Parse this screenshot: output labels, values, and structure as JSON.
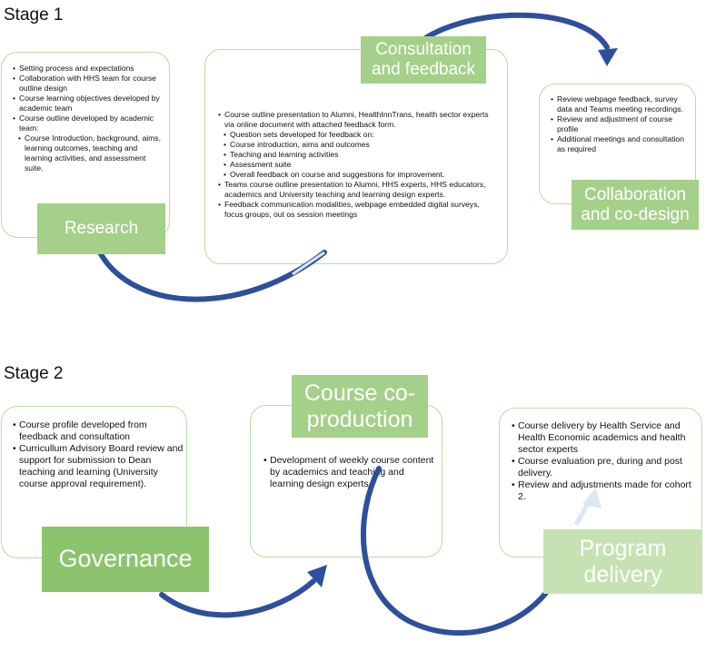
{
  "stage1": {
    "title": "Stage 1",
    "research": {
      "label": "Research",
      "items": [
        {
          "text": "Setting process and expectations",
          "sub": false
        },
        {
          "text": "Collaboration with HHS team for course outline design",
          "sub": false
        },
        {
          "text": "Course learning objectives developed by academic team",
          "sub": false
        },
        {
          "text": "Course outline developed by academic team:",
          "sub": false
        },
        {
          "text": "Course Introduction, background, aims, learning outcomes, teaching and learning activities, and assessment suite.",
          "sub": true
        }
      ]
    },
    "consultation": {
      "label": "Consultation and feedback",
      "items": [
        {
          "text": "Course outline presentation to Alumni, HealthInnTrans, health sector experts via online document with attached feedback form.",
          "sub": false
        },
        {
          "text": "Question sets developed for feedback on:",
          "sub": true
        },
        {
          "text": "Course introduction, aims and outcomes",
          "sub": true
        },
        {
          "text": "Teaching and learning activities",
          "sub": true
        },
        {
          "text": "Assessment suite",
          "sub": true
        },
        {
          "text": "Overall feedback on course and suggestions for improvement.",
          "sub": true
        },
        {
          "text": "Teams course outline presentation to Alumni, HHS experts, HHS educators, academics and University teaching and learning design experts.",
          "sub": false
        },
        {
          "text": "Feedback communication modalities, webpage embedded digital surveys, focus groups, out os session meetings",
          "sub": false
        }
      ]
    },
    "collaboration": {
      "label": "Collaboration and co-design",
      "items": [
        {
          "text": "Review webpage feedback, survey data and Teams meeting recordings.",
          "sub": false
        },
        {
          "text": "Review and adjustment of course profile",
          "sub": false
        },
        {
          "text": "Additional meetings and consultation as required",
          "sub": false
        }
      ]
    }
  },
  "stage2": {
    "title": "Stage 2",
    "governance": {
      "label": "Governance",
      "items": [
        {
          "text": "Course profile developed from feedback and consultation",
          "sub": false
        },
        {
          "text": "Curricullum Advisory Board review and support for submission to Dean teaching and learning (University course approval requirement).",
          "sub": false
        }
      ]
    },
    "coproduction": {
      "label": "Course co-production",
      "items": [
        {
          "text": "Development of weekly course content by academics and teaching and learning design experts.",
          "sub": false
        }
      ]
    },
    "delivery": {
      "label": "Program delivery",
      "items": [
        {
          "text": "Course delivery by Health Service and Health Economic academics and health sector experts",
          "sub": false
        },
        {
          "text": "Course evaluation pre, during and post delivery.",
          "sub": false
        },
        {
          "text": "Review and adjustments made for cohort 2.",
          "sub": false
        }
      ]
    }
  },
  "colors": {
    "box_border": "#b9dca2",
    "label_dark": "#8cc46d",
    "label_mid": "#a5d08a",
    "label_light": "#c6e2b3",
    "arrow": "#2e4f9c"
  }
}
